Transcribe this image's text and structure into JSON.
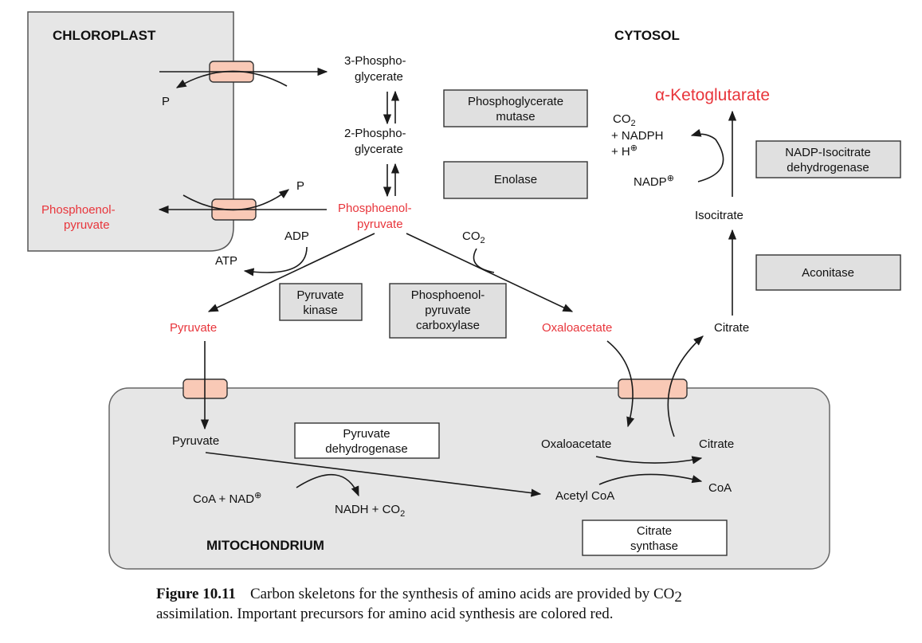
{
  "colors": {
    "precursor": "#e8353b",
    "compartment_fill": "#e6e6e6",
    "transporter_fill": "#f9c9b6",
    "enzyme_box_fill": "#e0e0e0"
  },
  "compartments": {
    "chloroplast": "CHLOROPLAST",
    "cytosol": "CYTOSOL",
    "mitochondrion": "MITOCHONDRIUM"
  },
  "cytosol": {
    "pga3": [
      "3-Phospho-",
      "glycerate"
    ],
    "pga2": [
      "2-Phospho-",
      "glycerate"
    ],
    "pep": [
      "Phosphoenol-",
      "pyruvate"
    ],
    "adp": "ADP",
    "atp": "ATP",
    "co2": "CO",
    "co2_sub": "2",
    "pyruvate": "Pyruvate",
    "oxaloacetate": "Oxaloacetate",
    "citrate": "Citrate",
    "isocitrate": "Isocitrate",
    "akg_alpha": "α",
    "akg_rest": "-Ketoglutarate",
    "idh_co2": "CO",
    "idh_co2_sub": "2",
    "idh_nadph": "+ NADPH",
    "idh_h": "+ H",
    "idh_nadp": "NADP"
  },
  "chloroplast": {
    "p_top": "P",
    "p_bottom": "P",
    "pep": [
      "Phosphoenol-",
      "pyruvate"
    ]
  },
  "mitochondrion": {
    "pyruvate": "Pyruvate",
    "coa_nad": "CoA + NAD",
    "nadh_co2": "NADH + CO",
    "nadh_co2_sub": "2",
    "oxaloacetate": "Oxaloacetate",
    "citrate": "Citrate",
    "acetyl_coa": "Acetyl CoA",
    "coa": "CoA"
  },
  "enzymes": {
    "phosphoglycerate_mutase": [
      "Phosphoglycerate",
      "mutase"
    ],
    "enolase": [
      "Enolase"
    ],
    "pyruvate_kinase": [
      "Pyruvate",
      "kinase"
    ],
    "pep_carboxylase": [
      "Phosphoenol-",
      "pyruvate",
      "carboxylase"
    ],
    "nadp_idh": [
      "NADP-Isocitrate",
      "dehydrogenase"
    ],
    "aconitase": [
      "Aconitase"
    ],
    "pyruvate_dehydrogenase": [
      "Pyruvate",
      "dehydrogenase"
    ],
    "citrate_synthase": [
      "Citrate",
      "synthase"
    ]
  },
  "caption": {
    "label": "Figure 10.11",
    "line1": "Carbon skeletons for the synthesis of amino acids are provided by CO",
    "line1_sub": "2",
    "line2": "assimilation. Important precursors for amino acid synthesis are colored red."
  }
}
